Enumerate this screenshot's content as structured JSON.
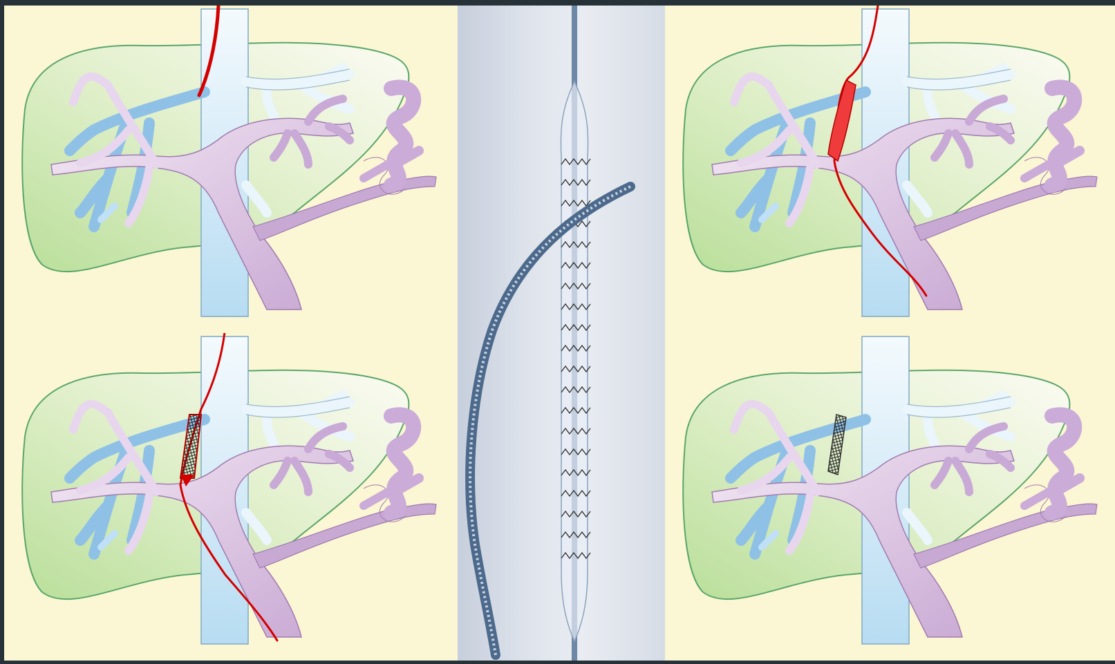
{
  "panels": [
    {
      "id": "panel-tl",
      "step": "wire-inserted"
    },
    {
      "id": "panel-tr",
      "step": "balloon-dilation"
    },
    {
      "id": "panel-bl",
      "step": "stent-deployment"
    },
    {
      "id": "panel-br",
      "step": "stent-in-place"
    }
  ],
  "colors": {
    "background": "#263238",
    "cream": "#fbf6d3",
    "liver_fill": "#d9ecb8",
    "liver_stroke": "#5aa66a",
    "ivc_fill": "#cfe8f6",
    "hepatic_vein": "#9fc9ea",
    "portal_vein": "#d8bfe0",
    "portal_vein_light": "#efe2f2",
    "wire": "#d40000"
  }
}
